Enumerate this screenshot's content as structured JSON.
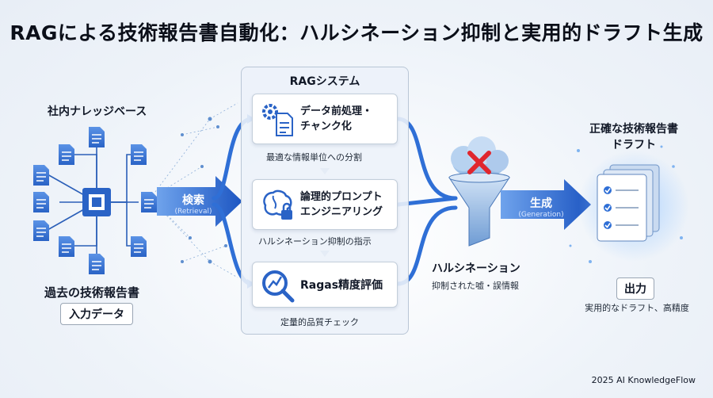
{
  "title": "RAGによる技術報告書自動化：ハルシネーション抑制と実用的ドラフト生成",
  "left": {
    "knowledge_base": "社内ナレッジベース",
    "past_reports": "過去の技術報告書",
    "input_badge": "入力データ"
  },
  "search_arrow": {
    "main": "検索",
    "sub": "(Retrieval)"
  },
  "rag_system": {
    "title": "RAGシステム",
    "cards": [
      {
        "title": "データ前処理・\nチャンク化",
        "caption": "最適な情報単位への分割",
        "icon": "gear-document-icon"
      },
      {
        "title": "論理的プロンプト\nエンジニアリング",
        "caption": "ハルシネーション抑制の指示",
        "icon": "brain-lock-icon"
      },
      {
        "title": "Ragas精度評価",
        "caption": "定量的品質チェック",
        "icon": "magnifier-chart-icon"
      }
    ]
  },
  "filter": {
    "title": "ハルシネーション",
    "caption": "抑制された嘘・誤情報",
    "icon": "funnel-cloud-icon"
  },
  "generate_arrow": {
    "main": "生成",
    "sub": "(Generation)"
  },
  "output": {
    "heading_line1": "正確な技術報告書",
    "heading_line2": "ドラフト",
    "badge": "出力",
    "caption": "実用的なドラフト、高精度"
  },
  "footer": "2025 AI KnowledgeFlow",
  "colors": {
    "accent": "#2f6fd6",
    "dark_blue": "#1d4f9e",
    "red": "#e0262e"
  }
}
